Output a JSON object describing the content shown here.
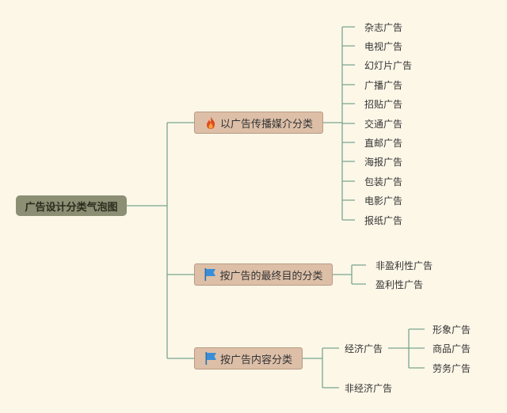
{
  "root": {
    "label": "广告设计分类气泡图"
  },
  "branches": [
    {
      "label": "以广告传播媒介分类",
      "icon": "fire-icon",
      "leaves": [
        "杂志广告",
        "电视广告",
        "幻灯片广告",
        "广播广告",
        "招贴广告",
        "交通广告",
        "直邮广告",
        "海报广告",
        "包装广告",
        "电影广告",
        "报纸广告"
      ]
    },
    {
      "label": "按广告的最终目的分类",
      "icon": "flag-icon",
      "leaves": [
        "非盈利性广告",
        "盈利性广告"
      ]
    },
    {
      "label": "按广告内容分类",
      "icon": "flag-icon",
      "sub": [
        {
          "label": "经济广告",
          "leaves": [
            "形象广告",
            "商品广告",
            "劳务广告"
          ]
        },
        {
          "label": "非经济广告"
        }
      ]
    }
  ],
  "colors": {
    "line": "#7aa58f",
    "root": "#8c8f73",
    "branch": "#ddbfa8",
    "background": "#fdf7e8"
  }
}
